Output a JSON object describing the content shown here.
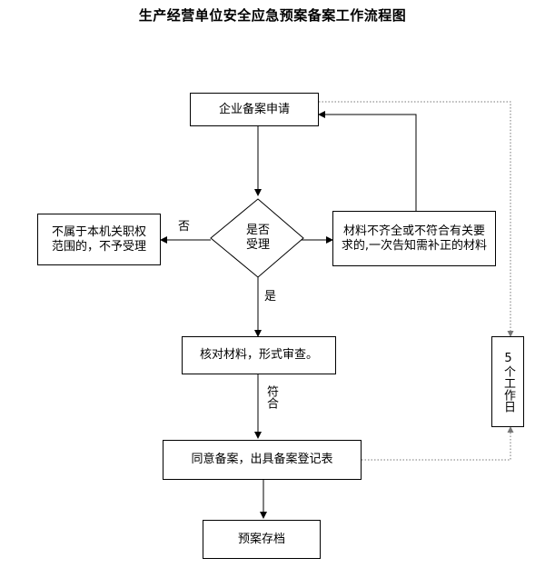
{
  "title": "生产经营单位安全应急预案备案工作流程图",
  "nodes": {
    "apply": "企业备案申请",
    "decision_line1": "是否",
    "decision_line2": "受理",
    "reject": "不属于本机关职权范围的，不予受理",
    "supplement": "材料不齐全或不符合有关要求的,一次告知需补正的材料",
    "review": "核对材料，形式审查。",
    "approve": "同意备案，出具备案登记表",
    "archive": "预案存档",
    "deadline": "5个工作日"
  },
  "edge_labels": {
    "no": "否",
    "yes": "是",
    "conform": "符合"
  }
}
